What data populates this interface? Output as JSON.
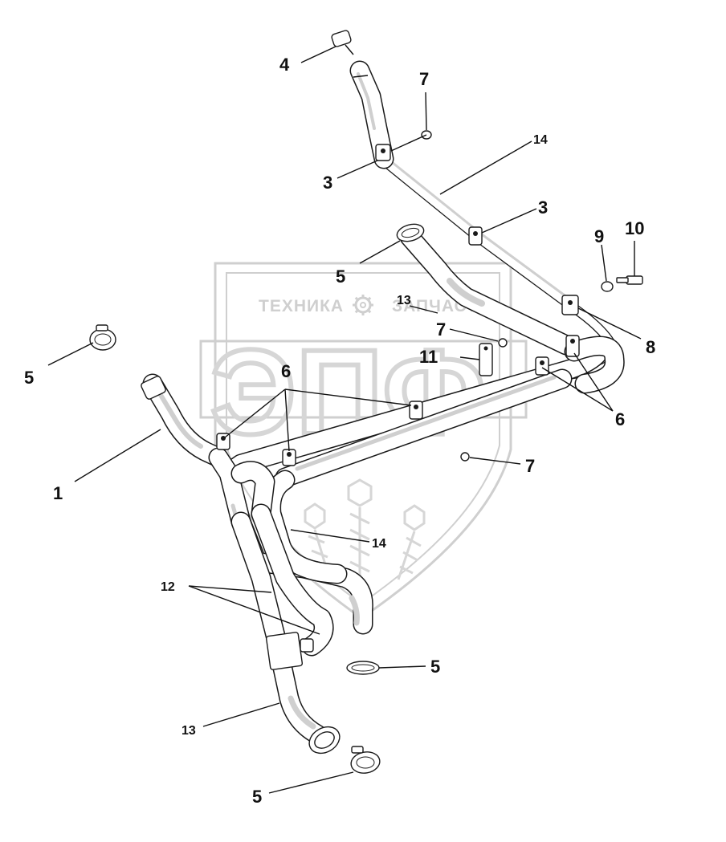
{
  "watermark": {
    "left_text": "ТЕХНИКА",
    "right_text": "ЗАПЧАСТИ",
    "monogram": "ЭПФ",
    "gear_icon": "gear-icon",
    "wheat_icon": "wheat-ears-icon"
  },
  "callouts": {
    "c1": "1",
    "c3a": "3",
    "c3b": "3",
    "c4": "4",
    "c5a": "5",
    "c5b": "5",
    "c5c": "5",
    "c5d": "5",
    "c6a": "6",
    "c6b": "6",
    "c7a": "7",
    "c7b": "7",
    "c7c": "7",
    "c8": "8",
    "c9": "9",
    "c10": "10",
    "c11": "11",
    "c12": "12",
    "c13a": "13",
    "c13b": "13",
    "c14a": "14",
    "c14b": "14"
  }
}
